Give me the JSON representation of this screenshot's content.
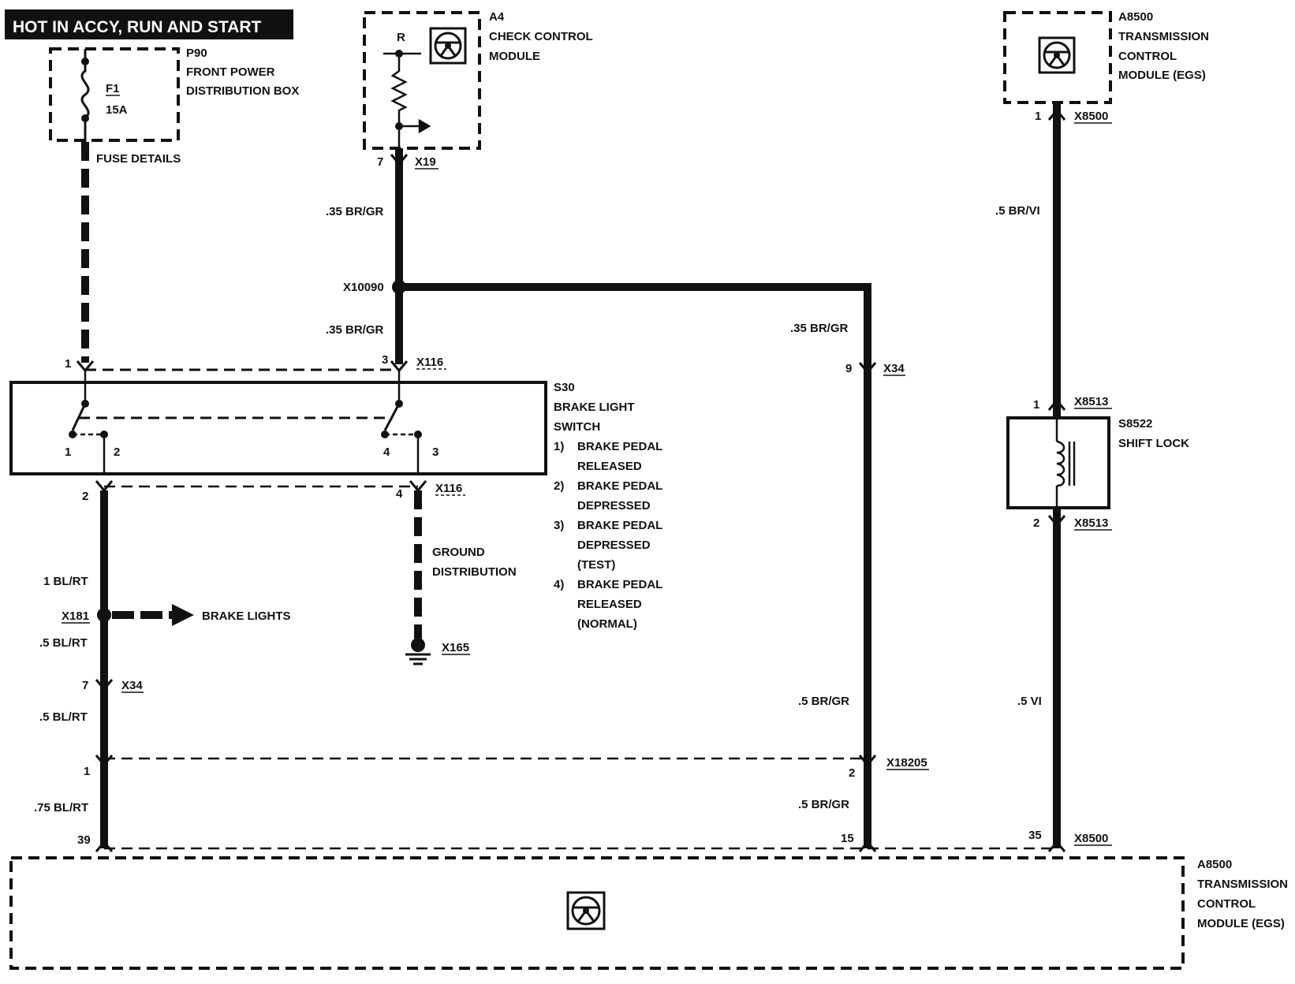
{
  "header": {
    "title": "HOT IN ACCY, RUN AND START"
  },
  "components": {
    "p90": {
      "id": "P90",
      "line1": "FRONT POWER",
      "line2": "DISTRIBUTION BOX",
      "fuse_id": "F1",
      "fuse_rating": "15A",
      "fuse_details": "FUSE DETAILS"
    },
    "a4": {
      "id": "A4",
      "line1": "CHECK CONTROL",
      "line2": "MODULE",
      "pin_label": "R"
    },
    "a8500_top": {
      "id": "A8500",
      "line1": "TRANSMISSION",
      "line2": "CONTROL",
      "line3": "MODULE (EGS)"
    },
    "s30": {
      "id": "S30",
      "line1": "BRAKE LIGHT",
      "line2": "SWITCH",
      "states": [
        {
          "num": "1)",
          "l1": "BRAKE PEDAL",
          "l2": "RELEASED",
          "l3": ""
        },
        {
          "num": "2)",
          "l1": "BRAKE PEDAL",
          "l2": "DEPRESSED",
          "l3": ""
        },
        {
          "num": "3)",
          "l1": "BRAKE PEDAL",
          "l2": "DEPRESSED",
          "l3": "(TEST)"
        },
        {
          "num": "4)",
          "l1": "BRAKE PEDAL",
          "l2": "RELEASED",
          "l3": "(NORMAL)"
        }
      ],
      "pins": [
        "1",
        "2",
        "4",
        "3"
      ]
    },
    "s8522": {
      "id": "S8522",
      "line1": "SHIFT LOCK"
    },
    "a8500_bottom": {
      "id": "A8500",
      "line1": "TRANSMISSION",
      "line2": "CONTROL",
      "line3": "MODULE (EGS)"
    },
    "ground": {
      "line1": "GROUND",
      "line2": "DISTRIBUTION",
      "connector": "X165"
    },
    "brake_lights": "BRAKE LIGHTS"
  },
  "connectors": {
    "x19": {
      "name": "X19",
      "pin": "7"
    },
    "x10090": "X10090",
    "x116_top_left": "1",
    "x116_top": {
      "name": "X116",
      "pin": "3"
    },
    "x116_bot_left": "2",
    "x116_bot": {
      "name": "X116",
      "pin": "4"
    },
    "x181": "X181",
    "x34_left": {
      "name": "X34",
      "pin": "7"
    },
    "x34_mid": {
      "name": "X34",
      "pin": "9"
    },
    "x18205_left": "1",
    "x18205": {
      "name": "X18205",
      "pin": "2"
    },
    "x8500_top": {
      "name": "X8500",
      "pin": "1"
    },
    "x8513_top": {
      "name": "X8513",
      "pin": "1"
    },
    "x8513_bot": {
      "name": "X8513",
      "pin": "2"
    },
    "x8500_bottom_pins": [
      "39",
      "15",
      "35"
    ],
    "x8500_bottom": "X8500"
  },
  "wires": {
    "a4_top": ".35 BR/GR",
    "a4_mid": ".35 BR/GR",
    "x34_mid_top": ".35 BR/GR",
    "right_top": ".5 BR/VI",
    "right_bottom": ".5 VI",
    "left_1": "1 BL/RT",
    "left_2": ".5 BL/RT",
    "left_3": ".5 BL/RT",
    "left_4": ".75 BL/RT",
    "mid_1": ".5 BR/GR",
    "mid_2": ".5 BR/GR"
  },
  "colors": {
    "wire": "#111111",
    "background": "#ffffff",
    "title_bg": "#111111"
  },
  "icons": [
    "fuse-icon",
    "steering-wheel-icon",
    "ground-icon",
    "arrow-icon",
    "coil-icon"
  ]
}
